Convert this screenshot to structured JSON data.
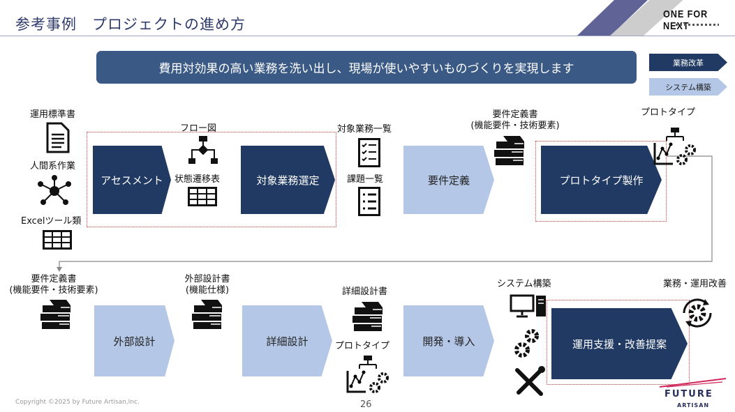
{
  "header": {
    "title": "参考事例　プロジェクトの進め方",
    "logo": "ONE FOR NEXT"
  },
  "banner": "費用対効果の高い業務を洗い出し、現場が使いやすいものづくりを実現します",
  "legend": {
    "business": "業務改革",
    "system": "システム構築"
  },
  "row1": {
    "steps": [
      "アセスメント",
      "対象業務選定",
      "要件定義",
      "プロトタイプ製作"
    ],
    "inputs": [
      "運用標準書",
      "人間系作業",
      "Excelツール類"
    ],
    "flow": "フロー図",
    "state": "状態遷移表",
    "target_list": "対象業務一覧",
    "issue_list": "課題一覧",
    "req_doc": "要件定義書",
    "req_doc_sub": "(機能要件・技術要素)",
    "prototype": "プロトタイプ"
  },
  "row2": {
    "steps": [
      "外部設計",
      "詳細設計",
      "開発・導入",
      "運用支援・改善提案"
    ],
    "req_doc": "要件定義書",
    "req_doc_sub": "(機能要件・技術要素)",
    "ext_doc": "外部設計書",
    "ext_doc_sub": "(機能仕様)",
    "detail_doc": "詳細設計書",
    "prototype": "プロトタイプ",
    "system": "システム構築",
    "improve": "業務・運用改善"
  },
  "footer": {
    "copyright": "Copyright ©2025 by Future Artisan,Inc.",
    "page": "26",
    "brand": "FUTURE",
    "brand_sub": "ARTISAN"
  },
  "colors": {
    "dark": "#213a63",
    "light": "#b4c7e7",
    "banner": "#3a5a85"
  }
}
